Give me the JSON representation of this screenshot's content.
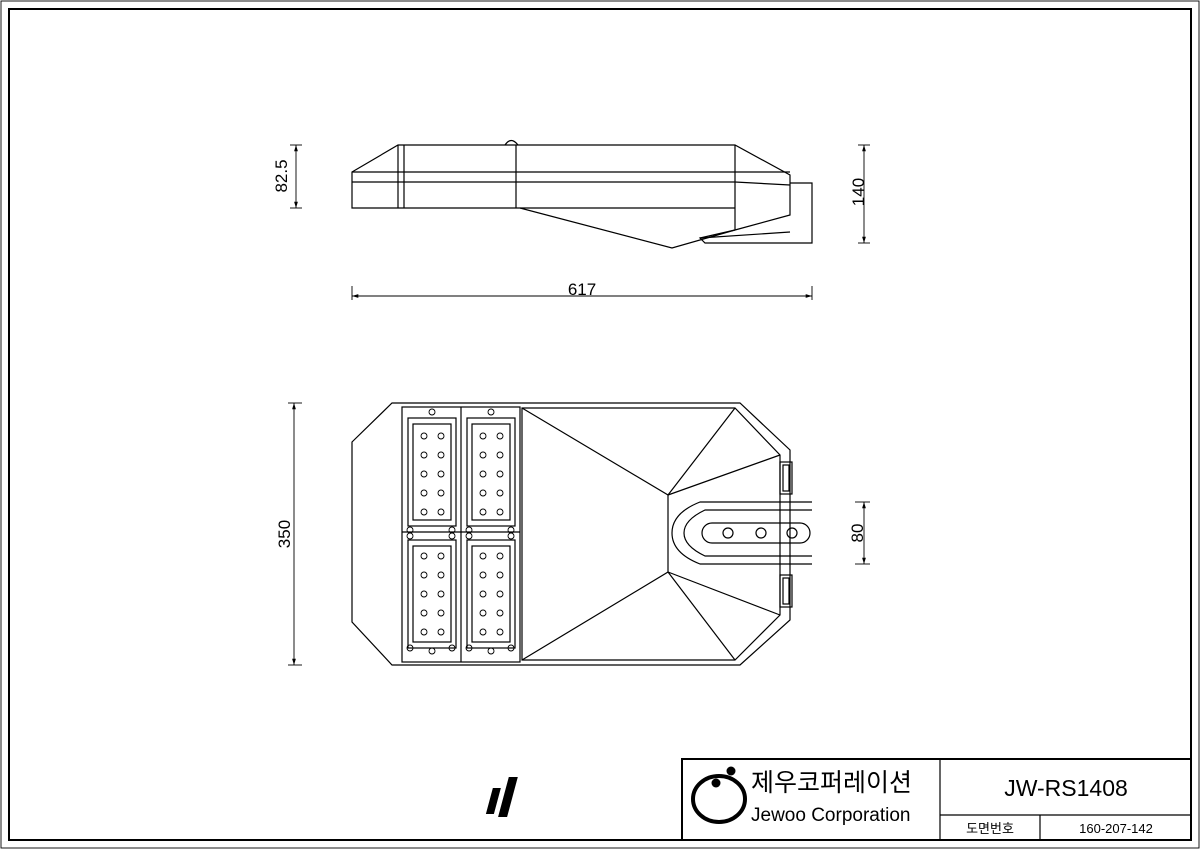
{
  "dimensions": {
    "side_height_left": "82.5",
    "side_height_right": "140",
    "side_length": "617",
    "top_width": "350",
    "bracket_width": "80"
  },
  "title_block": {
    "company_korean": "제우코퍼레이션",
    "company_english": "Jewoo Corporation",
    "model": "JW-RS1408",
    "drawing_number_label": "도면번호",
    "drawing_number": "160-207-142"
  },
  "colors": {
    "line": "#000000",
    "background": "#ffffff"
  }
}
